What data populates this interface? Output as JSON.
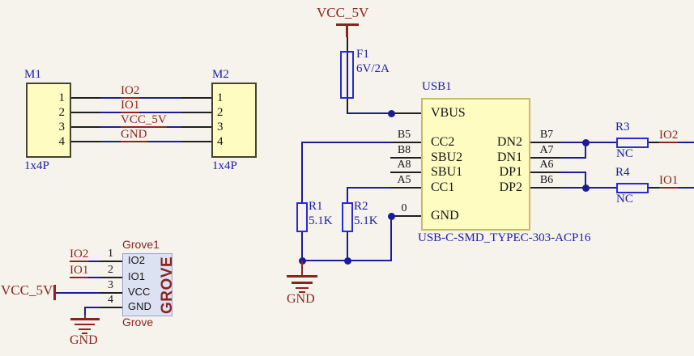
{
  "schematic": {
    "m1": {
      "ref": "M1",
      "footprint": "1x4P",
      "pins": [
        "1",
        "2",
        "3",
        "4"
      ]
    },
    "m2": {
      "ref": "M2",
      "footprint": "1x4P",
      "pins": [
        "1",
        "2",
        "3",
        "4"
      ]
    },
    "bus": [
      "IO2",
      "IO1",
      "VCC_5V",
      "GND"
    ],
    "grove": {
      "ref": "Grove1",
      "value": "Grove",
      "body": "GROVE",
      "pins": [
        "1",
        "2",
        "3",
        "4"
      ],
      "names": [
        "IO2",
        "IO1",
        "VCC",
        "GND"
      ],
      "net_io2": "IO2",
      "net_io1": "IO1",
      "net_vcc": "VCC_5V",
      "net_gnd": "GND"
    },
    "vcc_top": "VCC_5V",
    "fuse": {
      "ref": "F1",
      "value": "6V/2A"
    },
    "usb": {
      "ref": "USB1",
      "part": "USB-C-SMD_TYPEC-303-ACP16",
      "lpins": [
        {
          "num": "",
          "name": "VBUS"
        },
        {
          "num": "B5",
          "name": "CC2"
        },
        {
          "num": "B8",
          "name": "SBU2"
        },
        {
          "num": "A8",
          "name": "SBU1"
        },
        {
          "num": "A5",
          "name": "CC1"
        },
        {
          "num": "0",
          "name": "GND"
        }
      ],
      "rpins": [
        {
          "num": "B7",
          "name": "DN2"
        },
        {
          "num": "A7",
          "name": "DN1"
        },
        {
          "num": "A6",
          "name": "DP1"
        },
        {
          "num": "B6",
          "name": "DP2"
        }
      ]
    },
    "r1": {
      "ref": "R1",
      "value": "5.1K"
    },
    "r2": {
      "ref": "R2",
      "value": "5.1K"
    },
    "r3": {
      "ref": "R3",
      "value": "NC"
    },
    "r4": {
      "ref": "R4",
      "value": "NC"
    },
    "net_io2": "IO2",
    "net_io1": "IO1",
    "gnd": "GND"
  },
  "colors": {
    "background": "#f6f3ec",
    "wire": "#1c1c96",
    "pin_stub": "#1f1f1f",
    "net_label": "#8b2420",
    "ref_label": "#1b1ba8",
    "symbol_outline": "#2a2ad4",
    "part_fill": "#fffcc2",
    "grove_fill": "#dde2f2"
  }
}
